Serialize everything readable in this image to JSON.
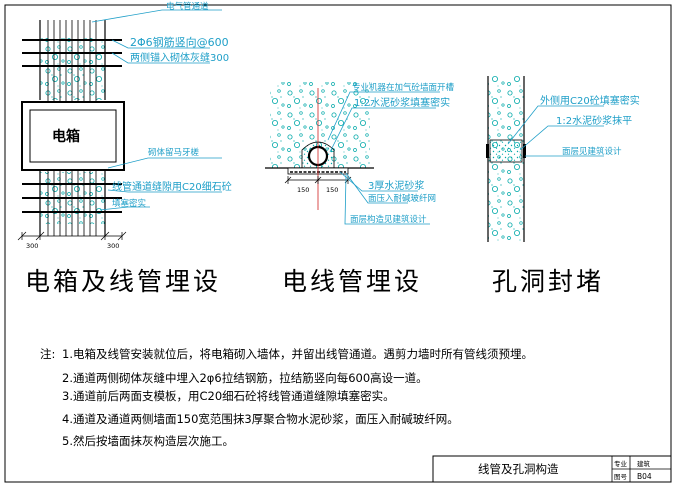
{
  "drawing_a": {
    "annotations": {
      "conduit_channel": "电气管通道",
      "tie_bar": "2Φ6钢筋竖向@600",
      "embed_depth": "两侧锚入砌体灰缝300",
      "box_label": "电箱",
      "mortar_joint": "砌体留马牙槎",
      "c20_fill": "线管通道缝隙用C20细石砼",
      "c20_fill_2": "填塞密实"
    },
    "dims": [
      "300",
      "300"
    ],
    "caption": "电箱及线管埋设"
  },
  "drawing_b": {
    "annotations": {
      "groove": "专业机器在加气砼墙面开槽",
      "mortar_fill": "1:2水泥砂浆填塞密实",
      "cement_layer": "3厚水泥砂浆",
      "mesh": "面压入耐碱玻纤网",
      "finish": "面层构造见建筑设计"
    },
    "dims": [
      "150",
      "150"
    ],
    "caption": "电线管埋设"
  },
  "drawing_c": {
    "annotations": {
      "c20_seal": "外侧用C20砼填塞密实",
      "mortar_level": "1:2水泥砂浆抹平",
      "finish": "面层见建筑设计"
    },
    "caption": "孔洞封堵"
  },
  "notes": {
    "prefix": "注:",
    "items": [
      "1.电箱及线管安装就位后，将电箱砌入墙体，并留出线管通道。遇剪力墙时所有管线须预埋。",
      "2.通道两侧砌体灰缝中埋入2φ6拉结钢筋，拉结筋竖向每600高设一道。",
      "3.通道前后两面支模板，用C20细石砼将线管通道缝隙填塞密实。",
      "4.通道及通道两侧墙面150宽范围抹3厚聚合物水泥砂浆，面压入耐碱玻纤网。",
      "5.然后按墙面抹灰构造层次施工。"
    ]
  },
  "title_block": {
    "title": "线管及孔洞构造",
    "discipline_label": "专业",
    "discipline_value": "建筑",
    "sheet_label": "图号",
    "sheet_value": "B04"
  },
  "colors": {
    "annotation": "#1f9fc8",
    "hatch": "#00a8a8",
    "line": "#000000"
  }
}
